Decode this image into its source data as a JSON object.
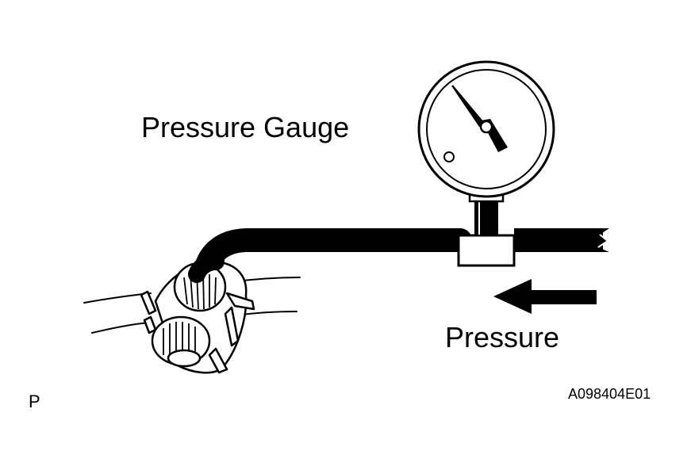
{
  "labels": {
    "gauge": "Pressure Gauge",
    "flow": "Pressure",
    "corner_mark": "P",
    "figure_code": "A098404E01"
  },
  "icons": {
    "gauge": "pressure-gauge-icon",
    "arrow": "flow-direction-arrow-icon",
    "valve": "regulator-valve-icon"
  },
  "colors": {
    "ink": "#000000",
    "paper": "#ffffff"
  }
}
